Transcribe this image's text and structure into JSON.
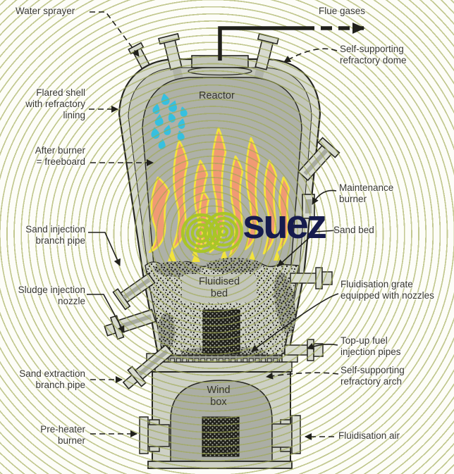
{
  "page": {
    "title": "Fluidised bed furnace diagram"
  },
  "brand": {
    "wordmark": "suez"
  },
  "labels": {
    "water_sprayer": "Water sprayer",
    "flue_gases": "Flue gases",
    "refractory_dome": "Self-supporting\nrefractory dome",
    "flared_shell": "Flared shell\nwith refractory\nlining",
    "after_burner": "After burner\n= freeboard",
    "maintenance_burner": "Maintenance\nburner",
    "sand_injection": "Sand injection\nbranch pipe",
    "sand_bed": "Sand bed",
    "sludge_injection": "Sludge injection\nnozzle",
    "fluidisation_grate": "Fluidisation grate\nequipped with nozzles",
    "top_up_fuel": "Top-up fuel\ninjection pipes",
    "sand_extraction": "Sand extraction\nbranch pipe",
    "refractory_arch": "Self-supporting\nrefractory arch",
    "pre_heater": "Pre-heater\nburner",
    "fluidisation_air": "Fluidisation air",
    "reactor": "Reactor",
    "fluidised_bed": "Fluidised\nbed",
    "wind_box": "Wind\nbox"
  },
  "colors": {
    "background": "#fdfdf8",
    "arc_lines": "#9ea850",
    "vessel_shell": "#d7dacf",
    "refractory_lining": "#c3c6bb",
    "reactor_interior": "#aeb1a8",
    "flame_fill": "#f09a74",
    "flame_outline": "#f2e33c",
    "water_droplet": "#36c0e0",
    "suez_navy": "#161b4d",
    "suez_green": "#a9c627",
    "label_text": "#35352d",
    "leader_line": "#20201b"
  }
}
